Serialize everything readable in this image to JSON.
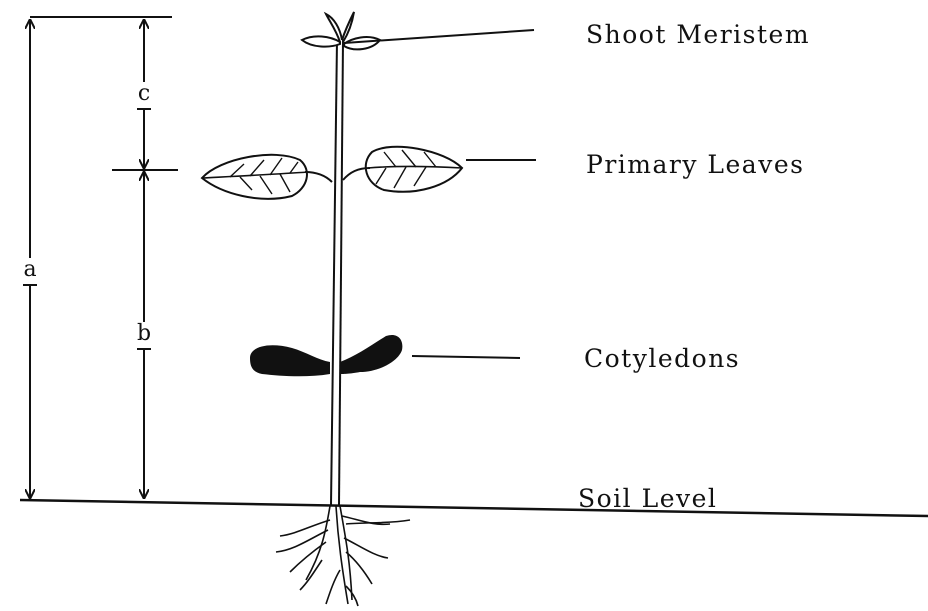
{
  "labels": {
    "shoot_meristem": "Shoot Meristem",
    "primary_leaves": "Primary Leaves",
    "cotyledons": "Cotyledons",
    "soil_level": "Soil Level"
  },
  "dimensions": {
    "a": "a",
    "b": "b",
    "c": "c"
  },
  "colors": {
    "ink": "#111111",
    "background": "#ffffff"
  }
}
